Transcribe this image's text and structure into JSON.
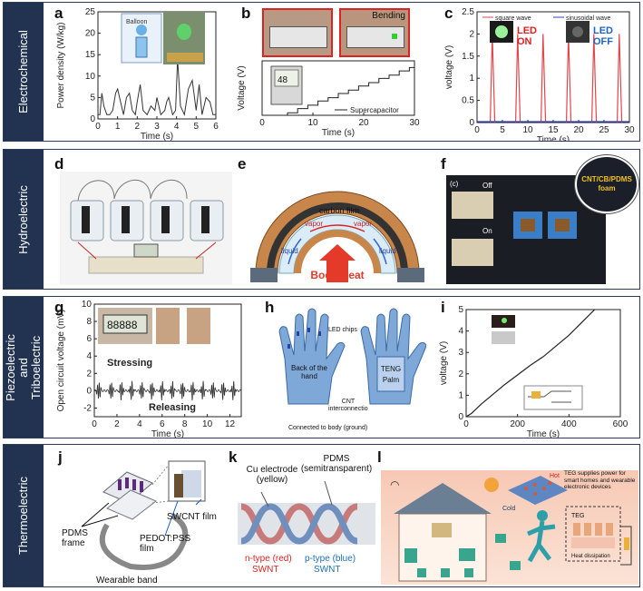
{
  "rows": [
    {
      "title": "Electrochemical"
    },
    {
      "title": "Hydroelectric"
    },
    {
      "title": "Piezoelectric and Triboelectric"
    },
    {
      "title": "Thermoelectric"
    }
  ],
  "panels": {
    "a": {
      "label": "a",
      "inset_text": "Balloon"
    },
    "b": {
      "label": "b",
      "bending_text": "Bending",
      "display_text": "48",
      "legend": "Supercapacitor"
    },
    "c": {
      "label": "c",
      "legend_square": "square wave",
      "legend_sine": "sinusoidal wave",
      "led_on": "LED ON",
      "led_off": "LED OFF"
    },
    "d": {
      "label": "d"
    },
    "e": {
      "label": "e",
      "vapor_l": "vapor",
      "vapor_r": "vapor",
      "liquid_l": "liquid",
      "liquid_r": "liquid",
      "film": "carbon film",
      "heat": "Body Heat"
    },
    "f": {
      "label": "f",
      "off": "Off",
      "on": "On",
      "c_tag": "(c)",
      "bubble": "CNT/CB/PDMS foam"
    },
    "g": {
      "label": "g",
      "display": "88888",
      "stressing": "Stressing",
      "releasing": "Releasing"
    },
    "h": {
      "label": "h",
      "led_chips": "LED chips",
      "back": "Back of the hand",
      "teng": "TENG",
      "palm": "Palm",
      "cnt": "CNT interconnections",
      "ground": "Connected to body (ground)"
    },
    "i": {
      "label": "i"
    },
    "j": {
      "label": "j",
      "pdms": "PDMS frame",
      "swcnt": "SWCNT film",
      "pedot": "PEDOT:PSS film",
      "band": "Wearable band"
    },
    "k": {
      "label": "k",
      "pdms": "PDMS (semitransparent)",
      "cu": "Cu electrode (yellow)",
      "ntype_1": "n-type (red)",
      "ntype_2": "SWNT",
      "ptype_1": "p-type (blue)",
      "ptype_2": "SWNT"
    },
    "l": {
      "label": "l",
      "hot": "Hot",
      "cold": "Cold",
      "supply": "TEG supplies power for smart homes and wearable electronic devices",
      "teg": "TEG",
      "sink": "Heat dissipation"
    }
  },
  "chart_data": [
    {
      "type": "line",
      "panel": "a",
      "xlabel": "Time (s)",
      "ylabel": "Power density (W/kg)",
      "xlim": [
        0,
        6
      ],
      "ylim": [
        0,
        25
      ],
      "xticks": [
        0,
        1,
        2,
        3,
        4,
        5,
        6
      ],
      "yticks": [
        0,
        5,
        10,
        15,
        20,
        25
      ],
      "x": [
        0,
        0.1,
        0.2,
        0.3,
        0.45,
        0.6,
        0.75,
        0.9,
        1.0,
        1.15,
        1.3,
        1.45,
        1.6,
        1.75,
        1.9,
        2.0,
        2.15,
        2.3,
        2.5,
        2.7,
        2.9,
        3.0,
        3.2,
        3.4,
        3.5,
        3.6,
        3.8,
        3.95,
        4.05,
        4.2,
        4.4,
        4.6,
        4.8,
        5.0,
        5.15,
        5.3,
        5.5,
        5.7,
        5.85,
        6.0
      ],
      "y": [
        1,
        1,
        6,
        3,
        1,
        1,
        2,
        6,
        7,
        4,
        1,
        5,
        6,
        2,
        1,
        4,
        8,
        2,
        1,
        3,
        2,
        5,
        1,
        2,
        4,
        5,
        1,
        2,
        14,
        3,
        1,
        7,
        9,
        2,
        8,
        1,
        5,
        4,
        1,
        1
      ]
    },
    {
      "type": "line",
      "panel": "b",
      "xlabel": "Time (s)",
      "ylabel": "Voltage (V)",
      "xlim": [
        0,
        30
      ],
      "xticks": [
        0,
        10,
        20,
        30
      ],
      "series": [
        {
          "name": "Supercapacitor"
        }
      ],
      "x": [
        0,
        3,
        5,
        7,
        9,
        11,
        13,
        15,
        17,
        19,
        21,
        23,
        25,
        27,
        29,
        30
      ],
      "y": [
        0,
        0,
        0.3,
        0.8,
        1.2,
        1.7,
        2.1,
        2.6,
        3.0,
        3.5,
        3.9,
        4.4,
        4.8,
        5.3,
        5.7,
        6.0
      ]
    },
    {
      "type": "line",
      "panel": "c",
      "xlabel": "Time (s)",
      "ylabel": "voltage (V)",
      "xlim": [
        0,
        30
      ],
      "ylim": [
        0,
        2.5
      ],
      "xticks": [
        0,
        5,
        10,
        15,
        20,
        25,
        30
      ],
      "yticks": [
        0,
        0.5,
        1,
        1.5,
        2,
        2.5
      ],
      "series": [
        {
          "name": "square wave",
          "peaks_x": [
            3,
            8,
            13,
            18,
            23,
            28
          ],
          "peak_y": 2.0
        },
        {
          "name": "sinusoidal wave",
          "level_y": 0.02
        }
      ]
    },
    {
      "type": "line",
      "panel": "g",
      "xlabel": "Time (s)",
      "ylabel": "Open circuit voltage (mV)",
      "xlim": [
        0,
        13
      ],
      "ylim": [
        -3,
        10
      ],
      "xticks": [
        0,
        2,
        4,
        6,
        8,
        10,
        12
      ],
      "yticks": [
        -2,
        0,
        2,
        4,
        6,
        8,
        10
      ],
      "peaks_x": [
        0.4,
        1.5,
        2.4,
        3.3,
        4.2,
        5.1,
        6.0,
        6.9,
        7.8,
        8.7,
        9.6,
        10.5,
        11.4,
        12.3
      ],
      "peak_amp": 1.2
    },
    {
      "type": "line",
      "panel": "i",
      "xlabel": "Time (s)",
      "ylabel": "voltage (V)",
      "xlim": [
        0,
        600
      ],
      "ylim": [
        0,
        5
      ],
      "xticks": [
        0,
        200,
        400,
        600
      ],
      "yticks": [
        0,
        1,
        2,
        3,
        4,
        5
      ],
      "x": [
        0,
        20,
        60,
        100,
        150,
        200,
        250,
        300,
        350,
        400,
        450,
        500
      ],
      "y": [
        0,
        0.15,
        0.6,
        1.0,
        1.5,
        1.95,
        2.4,
        2.8,
        3.3,
        3.8,
        4.4,
        5.0
      ]
    }
  ]
}
